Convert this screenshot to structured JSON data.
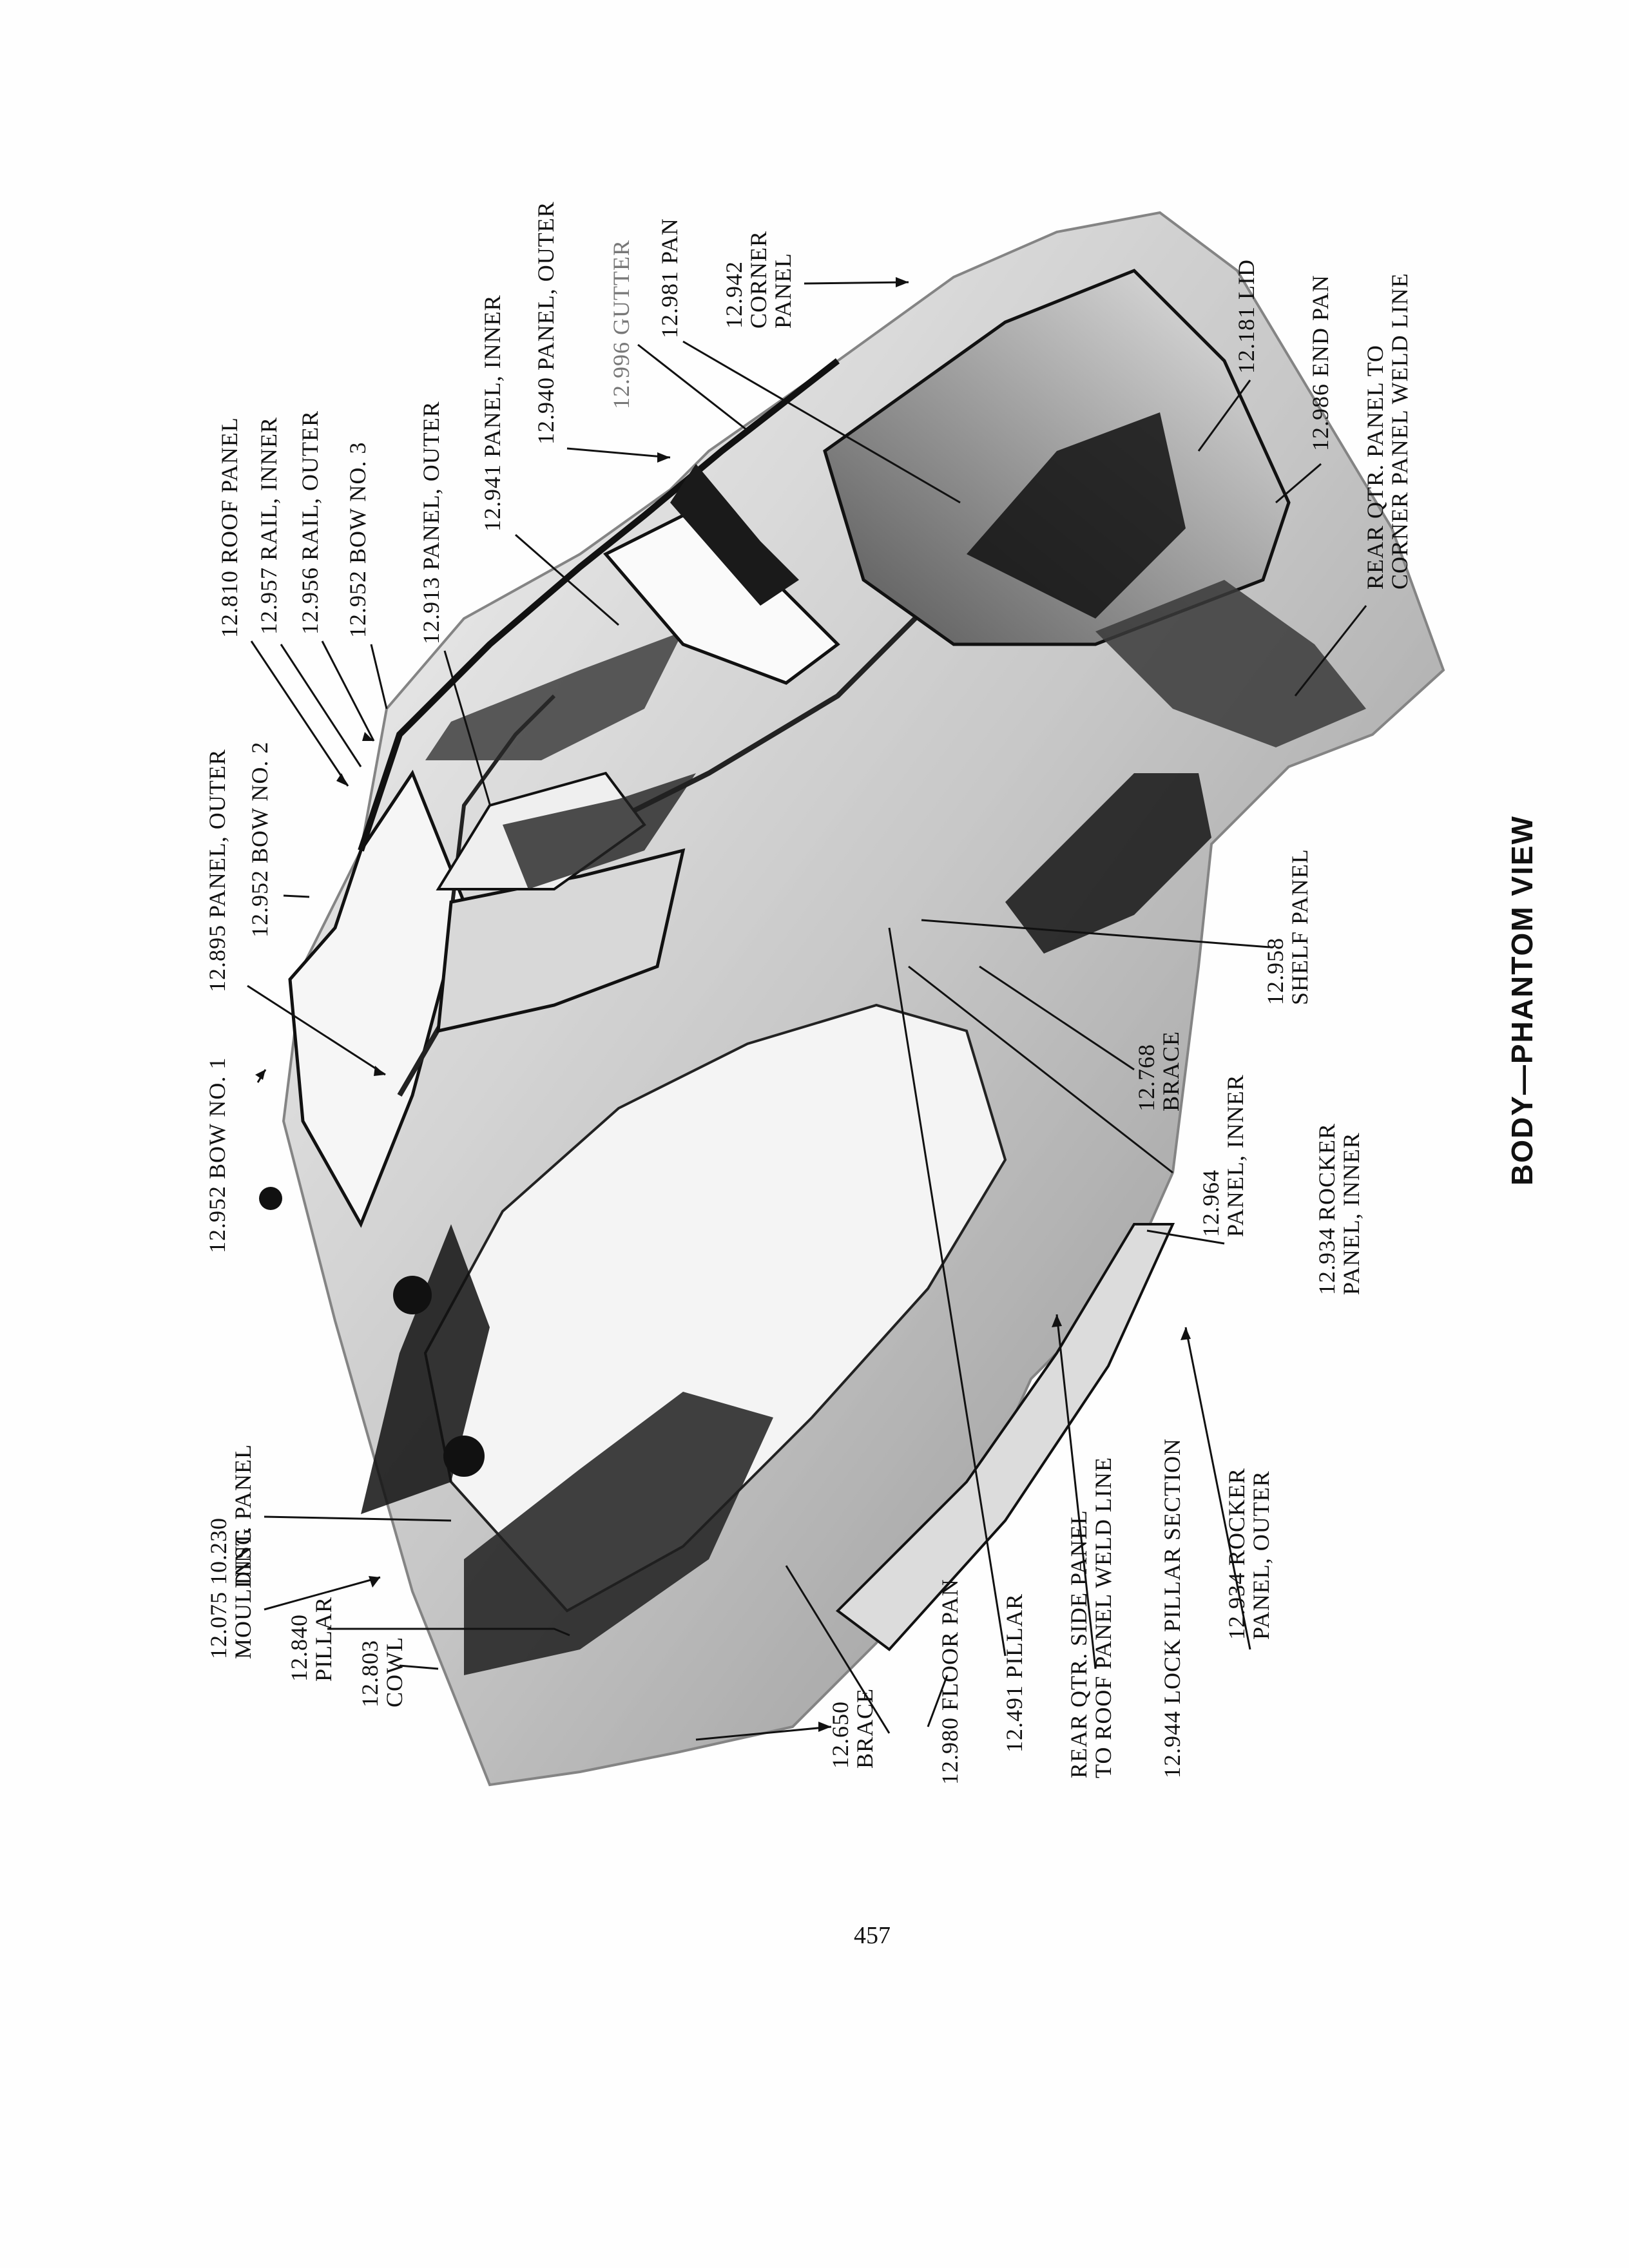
{
  "title": "BODY—PHANTOM VIEW",
  "page_number": "457",
  "labels": {
    "moulding": [
      "12.075",
      "MOULDING"
    ],
    "pillar_840": [
      "12.840",
      "PILLAR"
    ],
    "cowl": [
      "12.803",
      "COWL"
    ],
    "inst_panel": [
      "10.230",
      "INST. PANEL"
    ],
    "bow1": "12.952 BOW NO. 1",
    "panel_outer_895": "12.895 PANEL, OUTER",
    "bow2": "12.952 BOW NO. 2",
    "roof_panel": "12.810 ROOF PANEL",
    "rail_inner": "12.957 RAIL, INNER",
    "rail_outer": "12.956 RAIL, OUTER",
    "bow3": "12.952 BOW NO. 3",
    "panel_outer_913": "12.913 PANEL, OUTER",
    "panel_inner_941": "12.941 PANEL, INNER",
    "panel_outer_940": "12.940 PANEL, OUTER",
    "gutter": "12.996 GUTTER",
    "pan_981": "12.981 PAN",
    "corner_panel": [
      "12.942",
      "CORNER",
      "PANEL"
    ],
    "lid": "12.181 LID",
    "end_pan": "12.986 END PAN",
    "rear_qtr_corner": [
      "REAR QTR. PANEL TO",
      "CORNER PANEL WELD LINE"
    ],
    "shelf_panel": [
      "12.958",
      "SHELF PANEL"
    ],
    "brace_768": [
      "12.768",
      "BRACE"
    ],
    "panel_inner_964": [
      "12.964",
      "PANEL,  INNER"
    ],
    "rocker_inner": [
      "12.934  ROCKER",
      "PANEL, INNER"
    ],
    "brace_650": [
      "12.650",
      "BRACE"
    ],
    "floor_pan": "12.980 FLOOR PAN",
    "pillar_491": "12.491 PILLAR",
    "rear_qtr_roof": [
      "REAR QTR. SIDE PANEL",
      "TO ROOF PANEL WELD LINE"
    ],
    "lock_pillar": "12.944 LOCK PILLAR SECTION",
    "rocker_outer": [
      "12.934 ROCKER",
      "PANEL, OUTER"
    ]
  },
  "colors": {
    "ink": "#111111",
    "paper": "#fefefe",
    "shade_dark": "#1a1a1a",
    "shade_mid": "#6b6b6b",
    "shade_light": "#bdbdbd"
  }
}
